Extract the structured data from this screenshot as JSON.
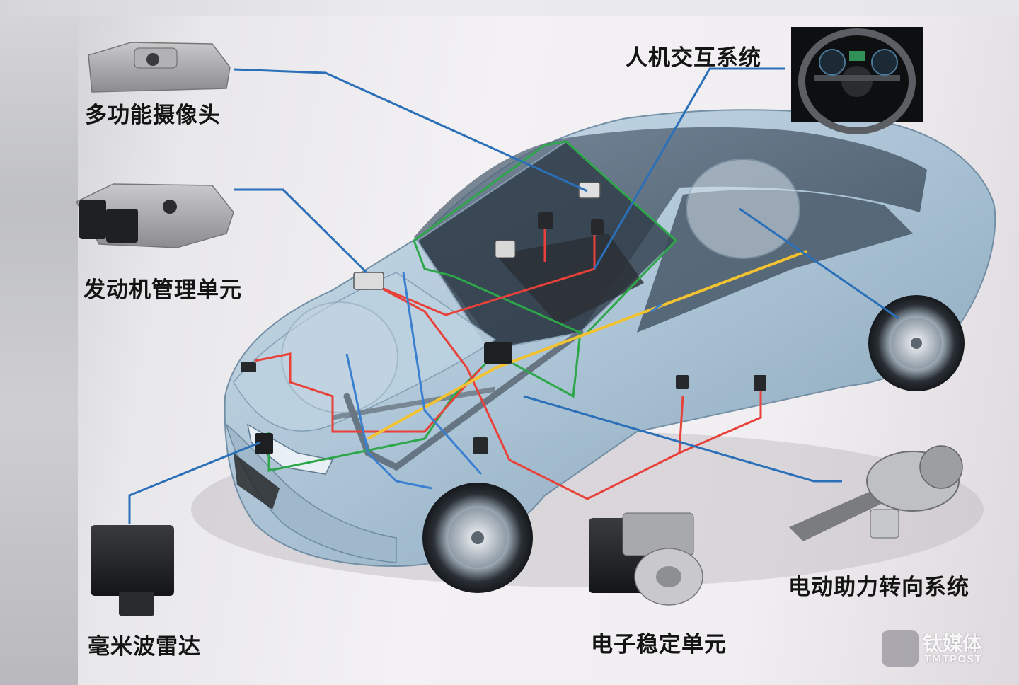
{
  "labels": {
    "camera": "多功能摄像头",
    "ecu": "发动机管理单元",
    "hmi": "人机交互系统",
    "radar": "毫米波雷达",
    "esc": "电子稳定单元",
    "eps": "电动助力转向系统"
  },
  "watermark": {
    "name": "钛媒体",
    "sub": "TMTPOST"
  },
  "colors": {
    "leader_line": "#2a6fb8",
    "wire_red": "#e8413a",
    "wire_green": "#2ea64a",
    "wire_yellow": "#f2c230",
    "wire_blue": "#3a7fd0",
    "car_body": "#a9c3d6"
  }
}
